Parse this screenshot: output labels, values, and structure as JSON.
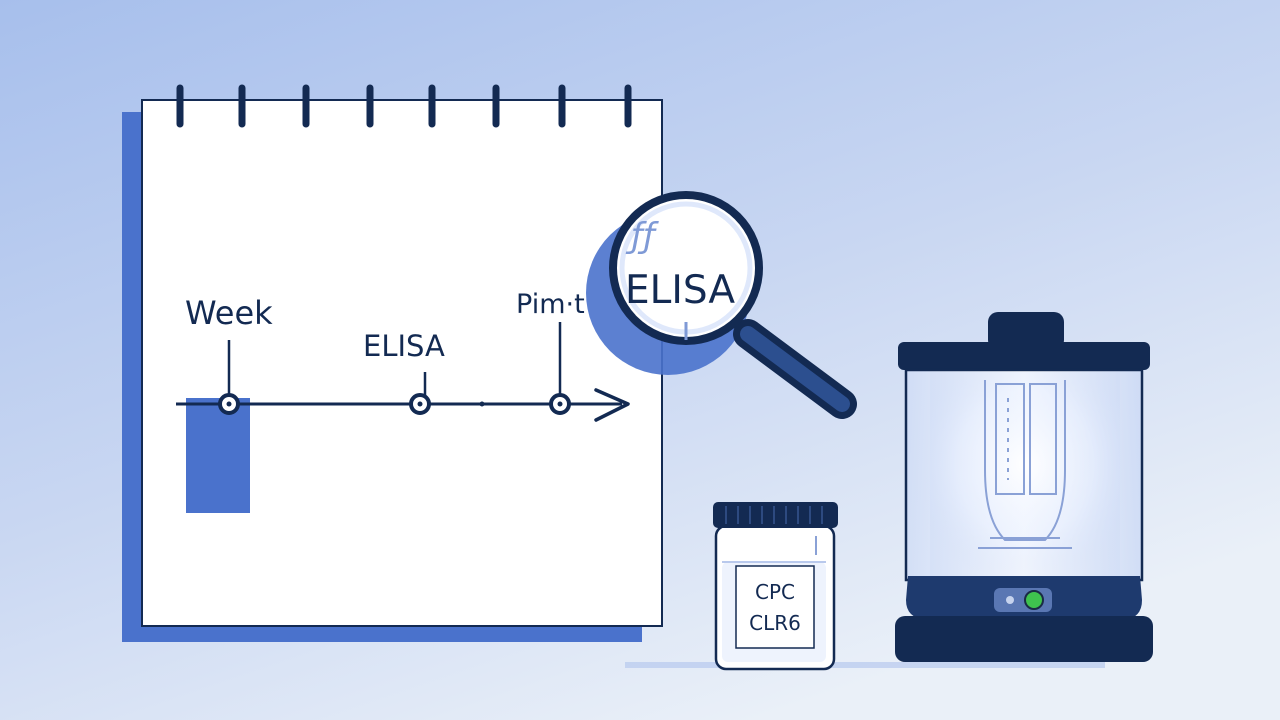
{
  "timeline": {
    "label_start": "Week",
    "label_middle": "ELISA",
    "label_end": "Pim·t"
  },
  "magnifier": {
    "lens_text": "ELISA",
    "lens_glyph": "ƒƒ"
  },
  "sample_jar": {
    "label_line1": "CPC",
    "label_line2": "CLR6"
  },
  "device": {
    "status_light": "on"
  },
  "colors": {
    "navy": "#132a52",
    "accent_blue": "#4a72cc",
    "background_top": "#a9c0ec",
    "background_bottom": "#e8eef7",
    "indicator_green": "#3fc24e"
  }
}
